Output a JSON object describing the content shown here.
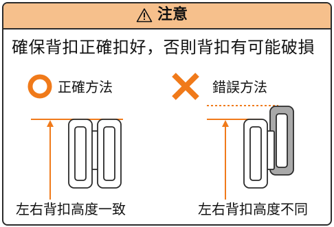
{
  "header": {
    "title": "注意",
    "icon": "warning-triangle-icon"
  },
  "instruction": "確保背扣正確扣好，否則背扣有可能破損",
  "correct": {
    "mark_icon": "circle-icon",
    "label": "正確方法",
    "caption": "左右背扣高度一致"
  },
  "wrong": {
    "mark_icon": "cross-icon",
    "label": "錯誤方法",
    "caption": "左右背扣高度不同"
  },
  "colors": {
    "accent": "#f07a1a",
    "header_bg": "#f6c08c",
    "outline": "#2a2a2a"
  }
}
